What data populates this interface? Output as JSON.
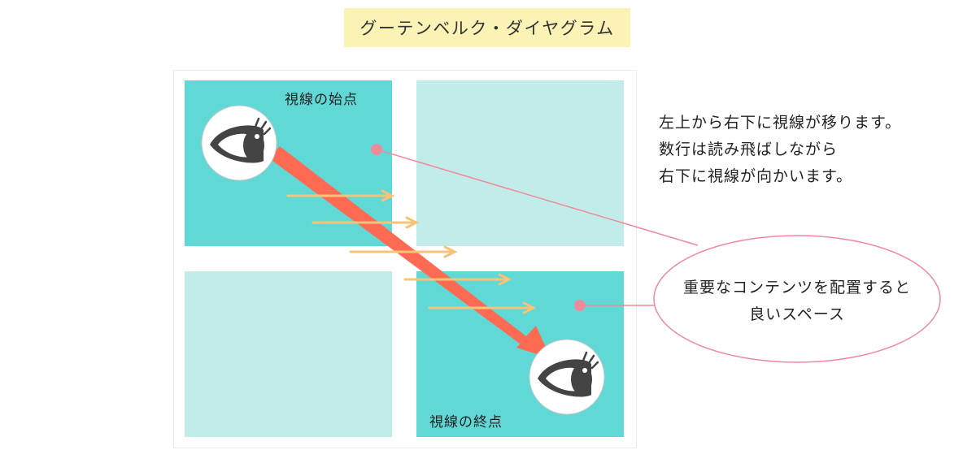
{
  "title": "グーテンベルク・ダイヤグラム",
  "labels": {
    "start": "視線の始点",
    "end": "視線の終点"
  },
  "description": [
    "左上から右下に視線が移ります。",
    "数行は読み飛ばしながら",
    "右下に視線が向かいます。"
  ],
  "callout": {
    "line1": "重要なコンテンツを配置すると",
    "line2": "良いスペース"
  },
  "icons": [
    "eye-icon",
    "eye-icon"
  ],
  "colors": {
    "quad_strong": "#5fd8d6",
    "quad_weak": "#c1ecea",
    "main_arrow": "#ff6b52",
    "scan_arrows": "#f7c378",
    "callout": "#ef8a9a",
    "title_bg": "#fbf2b5"
  }
}
